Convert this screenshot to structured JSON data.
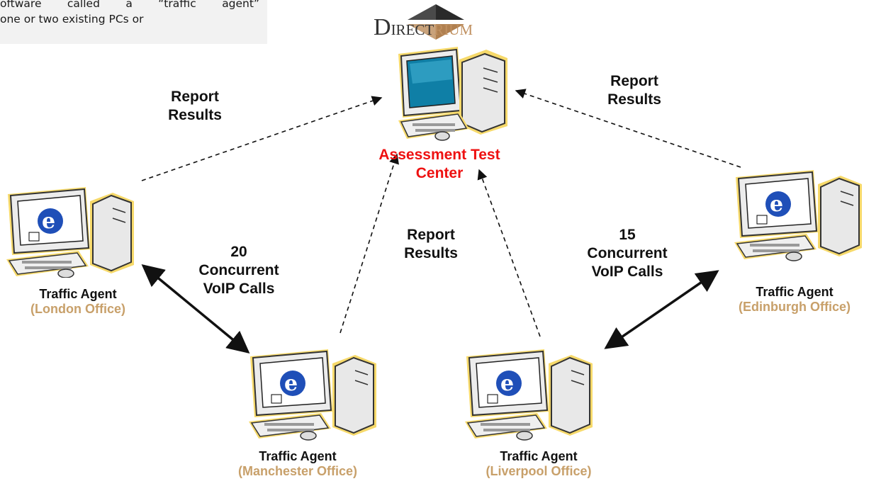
{
  "caption": {
    "line1": "oftware called a “traffic agent”",
    "line2": "one or two existing PCs or"
  },
  "logo": {
    "first": "D",
    "rest_a": "IRECT",
    "rest_b": "RIUM"
  },
  "center": {
    "line1": "Assessment Test",
    "line2": "Center"
  },
  "report": {
    "line1": "Report",
    "line2": "Results"
  },
  "calls_left": {
    "count": "20",
    "line2": "Concurrent",
    "line3": "VoIP Calls"
  },
  "calls_right": {
    "count": "15",
    "line2": "Concurrent",
    "line3": "VoIP Calls"
  },
  "agents": [
    {
      "title": "Traffic Agent",
      "office": "(London Office)"
    },
    {
      "title": "Traffic Agent",
      "office": "(Manchester Office)"
    },
    {
      "title": "Traffic Agent",
      "office": "(Liverpool Office)"
    },
    {
      "title": "Traffic Agent",
      "office": "(Edinburgh Office)"
    }
  ],
  "colors": {
    "center_label": "#ee1111",
    "office_label": "#c8a06a",
    "monitor_frame": "#f6d96a"
  }
}
